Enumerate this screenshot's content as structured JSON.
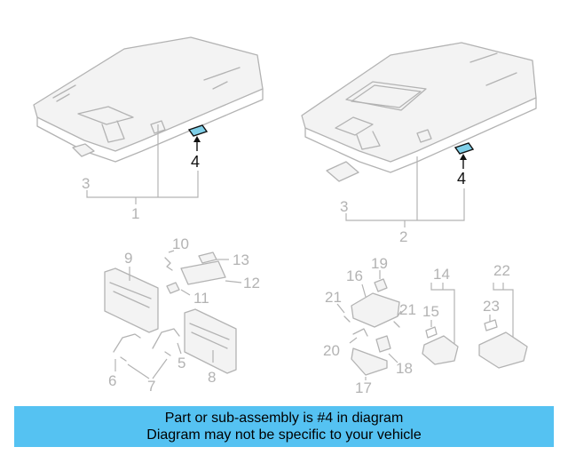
{
  "highlight_color": "#55c2f2",
  "banner": {
    "line1": "Part or sub-assembly is #4 in diagram",
    "line2": "Diagram may not be specific to your vehicle"
  },
  "callouts": {
    "c1": "1",
    "c2": "2",
    "c3a": "3",
    "c3b": "3",
    "c4a": "4",
    "c4b": "4",
    "c5": "5",
    "c6": "6",
    "c7": "7",
    "c8": "8",
    "c9": "9",
    "c10": "10",
    "c11": "11",
    "c12": "12",
    "c13": "13",
    "c14": "14",
    "c15": "15",
    "c16": "16",
    "c17": "17",
    "c18": "18",
    "c19": "19",
    "c20": "20",
    "c21a": "21",
    "c21b": "21",
    "c22": "22",
    "c23": "23"
  }
}
